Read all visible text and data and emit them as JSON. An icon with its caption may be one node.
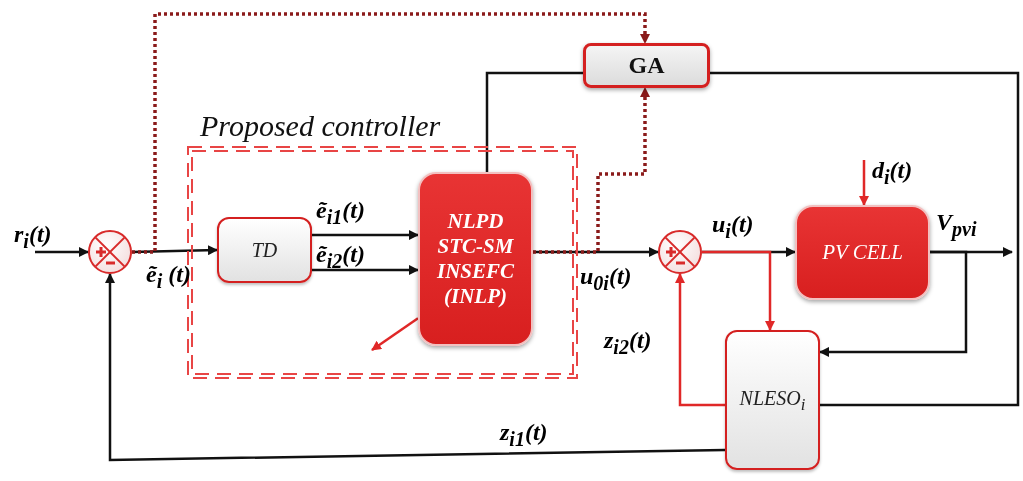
{
  "diagram": {
    "nodes": [
      {
        "text": [
          "Proposed controller"
        ]
      },
      {
        "text": [],
        "shape": "circle"
      },
      {
        "text": [
          "TD"
        ],
        "in": 0
      },
      {
        "text": [
          "NLPD STC-SM INSEFC (INLP)"
        ],
        "in": 0
      },
      {
        "text": [
          "GA"
        ]
      },
      {
        "text": [],
        "shape": "circle"
      },
      {
        "text": [
          "PV CELL"
        ]
      },
      {
        "text": [
          "NLESO$_{i}$"
        ]
      }
    ],
    "edges": [
      {
        "from": null,
        "to": 1,
        "arrow": "to",
        "label": "r$_{i}$(t)"
      },
      {
        "from": 1,
        "to": 2,
        "arrow": "to",
        "label": "ẽ$_{i}$ (t)"
      },
      {
        "from": 2,
        "to": 3,
        "arrow": "to",
        "label": "ẽ$_{i1}$(t)"
      },
      {
        "from": 2,
        "to": 3,
        "arrow": "to",
        "label": "ẽ$_{i2}$(t)"
      },
      {
        "from": 3,
        "to": 5,
        "arrow": "to",
        "label": "u$_{0i}$(t)"
      },
      {
        "from": 5,
        "to": 6,
        "arrow": "to",
        "label": "u$_{i}$(t)"
      },
      {
        "from": null,
        "to": 6,
        "arrow": "to",
        "label": "d$_{i}$(t)",
        "color": "#e02828"
      },
      {
        "from": 6,
        "to": null,
        "arrow": "to",
        "label": "V$_{pvi}$"
      },
      {
        "from": 5,
        "to": 7,
        "arrow": "to",
        "color": "#e02828"
      },
      {
        "from": 6,
        "to": 7,
        "arrow": "to"
      },
      {
        "from": 7,
        "to": 5,
        "arrow": "to",
        "label": "z$_{i2}$(t)",
        "color": "#e02828"
      },
      {
        "from": 7,
        "to": 1,
        "arrow": "to",
        "label": "z$_{i1}$(t)"
      },
      {
        "from": 1,
        "to": 4,
        "arrow": "to",
        "style": "dashed",
        "color": "#8a1a1a"
      },
      {
        "from": 3,
        "to": 4,
        "arrow": "to",
        "style": "dashed",
        "color": "#8a1a1a"
      },
      {
        "from": 3,
        "to": 4,
        "arrow": "none"
      },
      {
        "from": 4,
        "to": 7,
        "arrow": "none"
      },
      {
        "from": 3,
        "to": null,
        "arrow": "to",
        "color": "#e02828"
      }
    ]
  }
}
